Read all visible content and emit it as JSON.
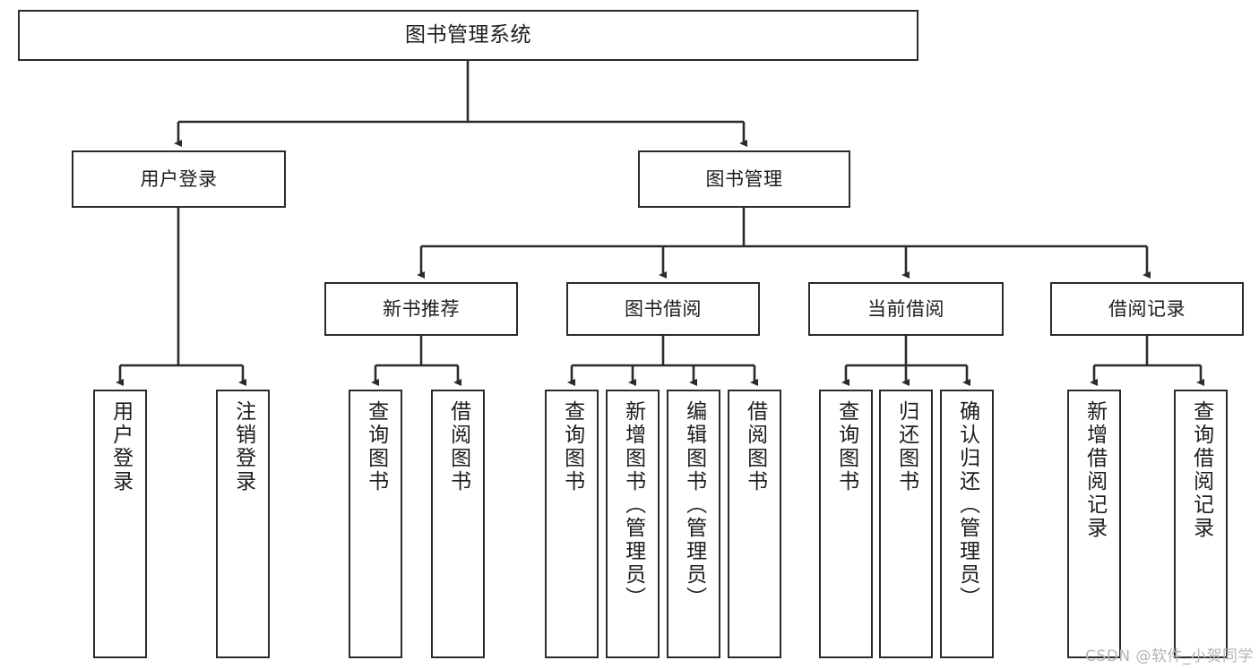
{
  "diagram": {
    "title": "图书管理系统",
    "type": "hierarchy-tree",
    "orientation": "top-down",
    "line_color": "#2b2b2b",
    "box_fill": "#ffffff",
    "text_color": "#1d1d1d"
  },
  "watermark": {
    "text": "CSDN @软件_小贺同学",
    "color": "#b4b4b4"
  },
  "nodes": {
    "root": {
      "label": "图书管理系统"
    },
    "level2": [
      {
        "label": "用户登录"
      },
      {
        "label": "图书管理"
      }
    ],
    "level3": [
      {
        "label": "新书推荐"
      },
      {
        "label": "图书借阅"
      },
      {
        "label": "当前借阅"
      },
      {
        "label": "借阅记录"
      }
    ],
    "leaves_user_login": [
      {
        "label": "用户登录"
      },
      {
        "label": "注销登录"
      }
    ],
    "leaves_new_book": [
      {
        "label": "查询图书"
      },
      {
        "label": "借阅图书"
      }
    ],
    "leaves_book_borrow": [
      {
        "label": "查询图书"
      },
      {
        "label": "新增图书（管理员）"
      },
      {
        "label": "编辑图书（管理员）"
      },
      {
        "label": "借阅图书"
      }
    ],
    "leaves_current_borrow": [
      {
        "label": "查询图书"
      },
      {
        "label": "归还图书"
      },
      {
        "label": "确认归还（管理员）"
      }
    ],
    "leaves_borrow_record": [
      {
        "label": "新增借阅记录"
      },
      {
        "label": "查询借阅记录"
      }
    ]
  }
}
